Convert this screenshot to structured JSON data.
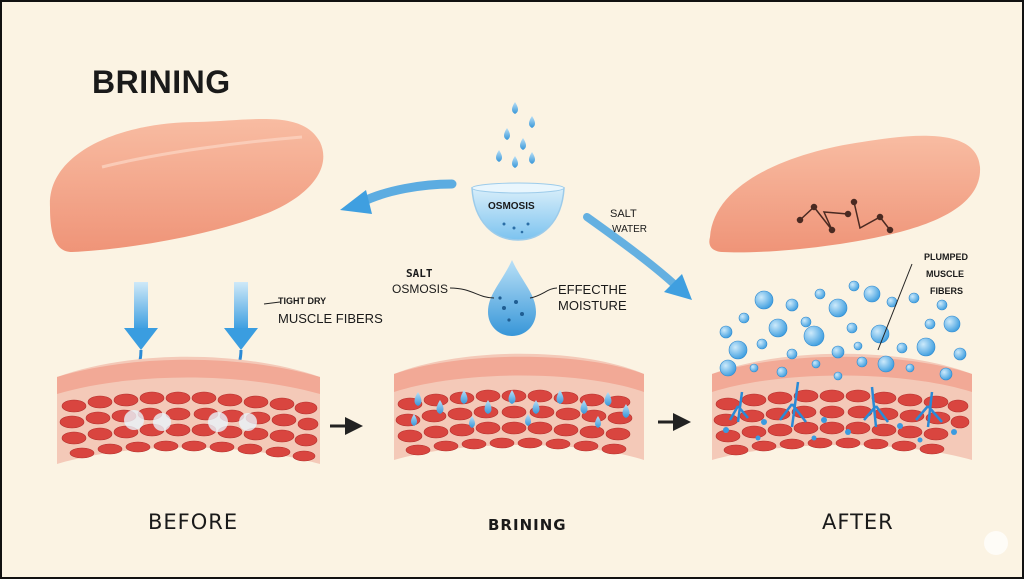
{
  "title": "BRINING",
  "stages": {
    "before": "BEFORE",
    "brining": "BRINING",
    "after": "AFTER"
  },
  "labels": {
    "tight_dry_top": "TIGHT DRY",
    "tight_dry_bottom": "MUSCLE FIBERS",
    "osmosis_bowl": "OSMOSIS",
    "salt_water_top": "SALT",
    "salt_water_bottom": "WATER",
    "salt_mid": "SALT",
    "osmosis_mid": "OSMOSIS",
    "effect_top": "EFFECTHE",
    "effect_bottom": "MOISTURE",
    "plumped_1": "PLUMPED",
    "plumped_2": "MUSCLE",
    "plumped_3": "FIBERS"
  },
  "colors": {
    "background": "#fbf3e3",
    "meat": "#f3a58a",
    "muscle": "#d9453f",
    "water": "#3fa3e0"
  }
}
